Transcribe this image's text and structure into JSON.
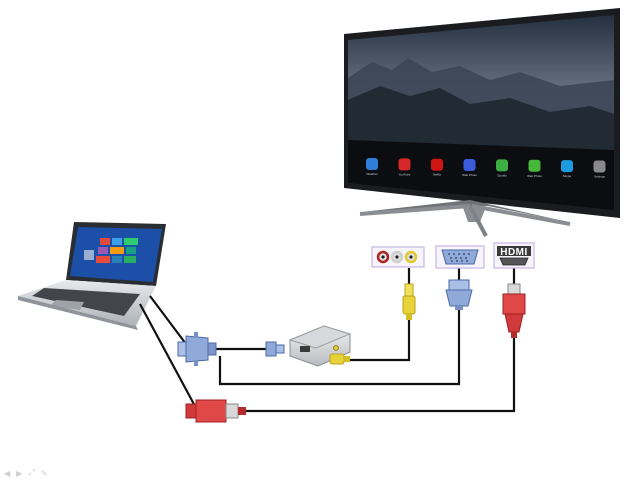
{
  "ports": {
    "hdmi_label": "HDMI"
  },
  "tv": {
    "apps": [
      {
        "label": "Weather",
        "color": "#2f7fd8"
      },
      {
        "label": "YouTube",
        "color": "#d62828"
      },
      {
        "label": "Netflix",
        "color": "#d01515"
      },
      {
        "label": "Web Photo",
        "color": "#3b5bdb"
      },
      {
        "label": "Spotify",
        "color": "#3cb043"
      },
      {
        "label": "Web Photo",
        "color": "#47b83a"
      },
      {
        "label": "Skype",
        "color": "#1d9be0"
      },
      {
        "label": "Settings",
        "color": "#8a8a8a"
      }
    ]
  },
  "colors": {
    "vga_blue": "#8fa9d8",
    "hdmi_red": "#e04848",
    "rca_yellow": "#e8d23a",
    "cable_black": "#111111"
  },
  "footer": {
    "icons": [
      "arrow-left-icon",
      "arrow-right-icon",
      "expand-icon",
      "note-icon"
    ]
  }
}
